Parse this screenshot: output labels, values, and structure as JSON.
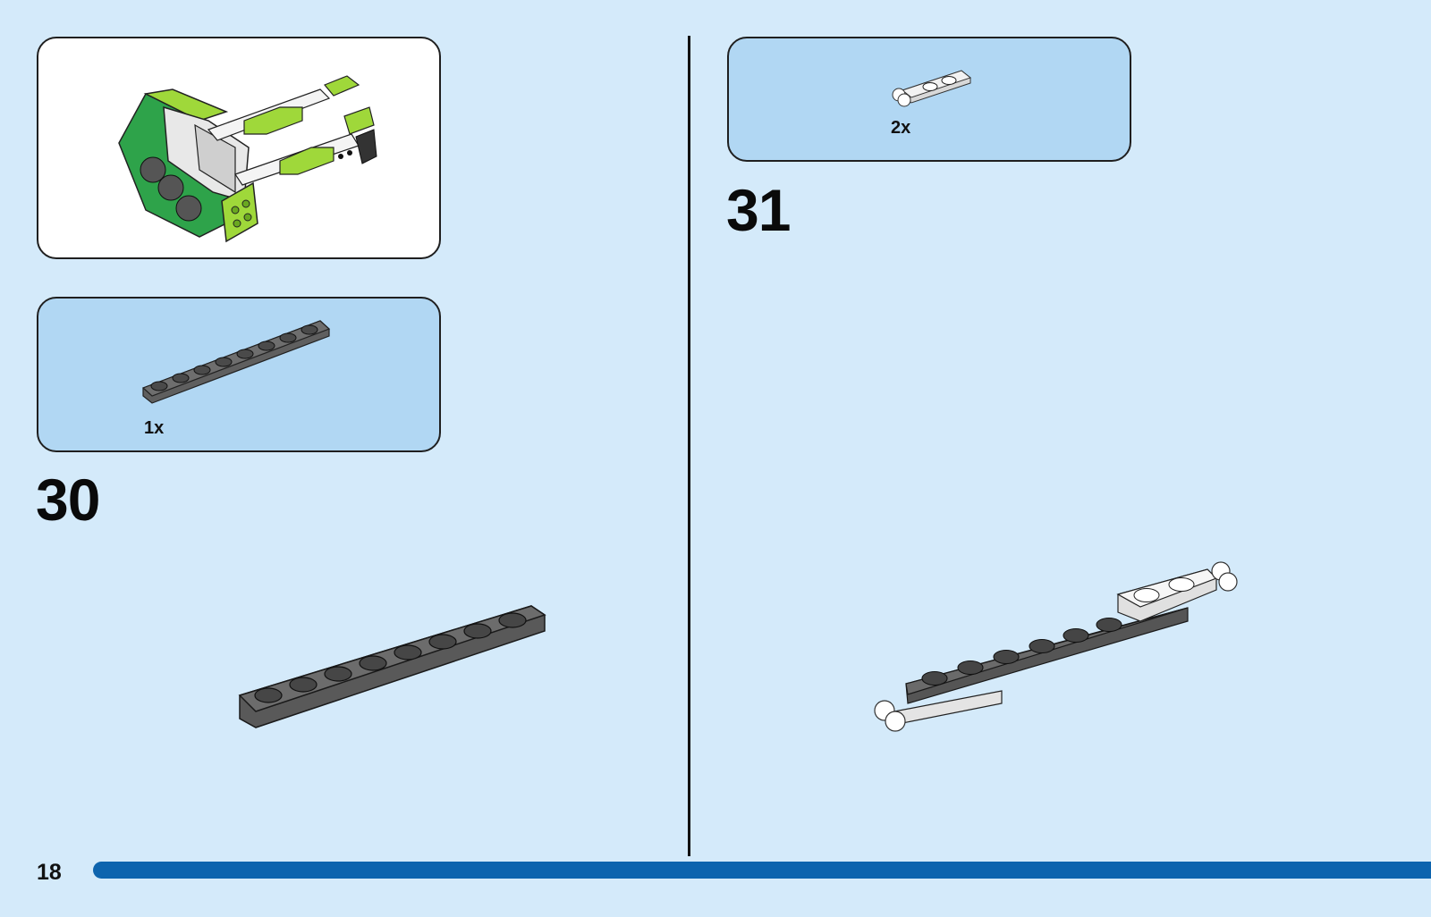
{
  "page_number": "18",
  "step_30": {
    "number": "30",
    "parts": [
      {
        "quantity": "1x",
        "part": "plate-1x8-dark-grey-icon"
      }
    ]
  },
  "step_31": {
    "number": "31",
    "parts": [
      {
        "quantity": "2x",
        "part": "plate-1x2-handle-white-icon"
      }
    ]
  },
  "colors": {
    "background": "#d4eafa",
    "parts_panel": "#b1d7f3",
    "page_bar": "#0d64ae",
    "dark_grey": "#5a5a5a",
    "lime": "#9fd83a",
    "green": "#2ea34a"
  }
}
